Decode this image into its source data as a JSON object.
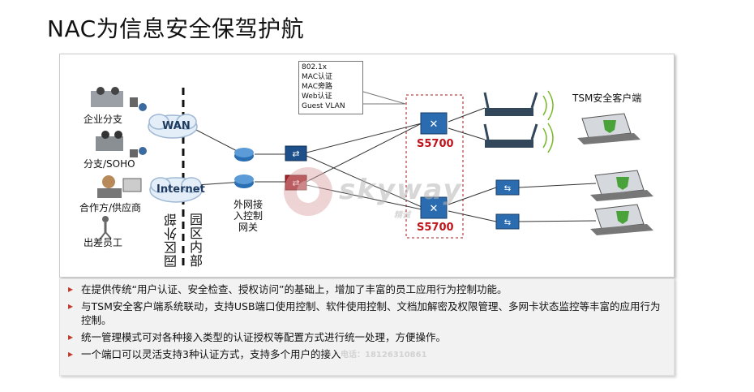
{
  "title": "NAC为信息安全保驾护航",
  "diagram": {
    "sites": [
      "企业分支",
      "分支/SOHO",
      "合作方/供应商",
      "出差员工"
    ],
    "clouds": [
      "WAN",
      "Internet"
    ],
    "zone_outside": "园区外部",
    "zone_inside": "园区内部",
    "gateway_label": "外网接\n入控制\n网关",
    "auth_methods": [
      "802.1x",
      "MAC认证",
      "MAC旁路",
      "Web认证",
      "Guest VLAN"
    ],
    "switch_top": "S5700",
    "switch_bottom": "S5700",
    "client_label": "TSM安全客户端",
    "watermark": "skyway",
    "watermark_sub": "精诚",
    "colors": {
      "switch_red": "#c0141c",
      "cloud": "#dceaf7",
      "router": "#2a6fb3"
    }
  },
  "bullets": [
    "在提供传统“用户认证、安全检查、授权访问”的基础上，增加了丰富的员工应用行为控制功能。",
    "与TSM安全客户端系统联动，支持USB端口使用控制、软件使用控制、文档加解密及权限管理、多网卡状态监控等丰富的应用行为控制。",
    "统一管理模式可对各种接入类型的认证授权等配置方式进行统一处理，方便操作。",
    "一个端口可以灵活支持3种认证方式，支持多个用户的接入"
  ],
  "watermark_phone": "电话：18126310861"
}
